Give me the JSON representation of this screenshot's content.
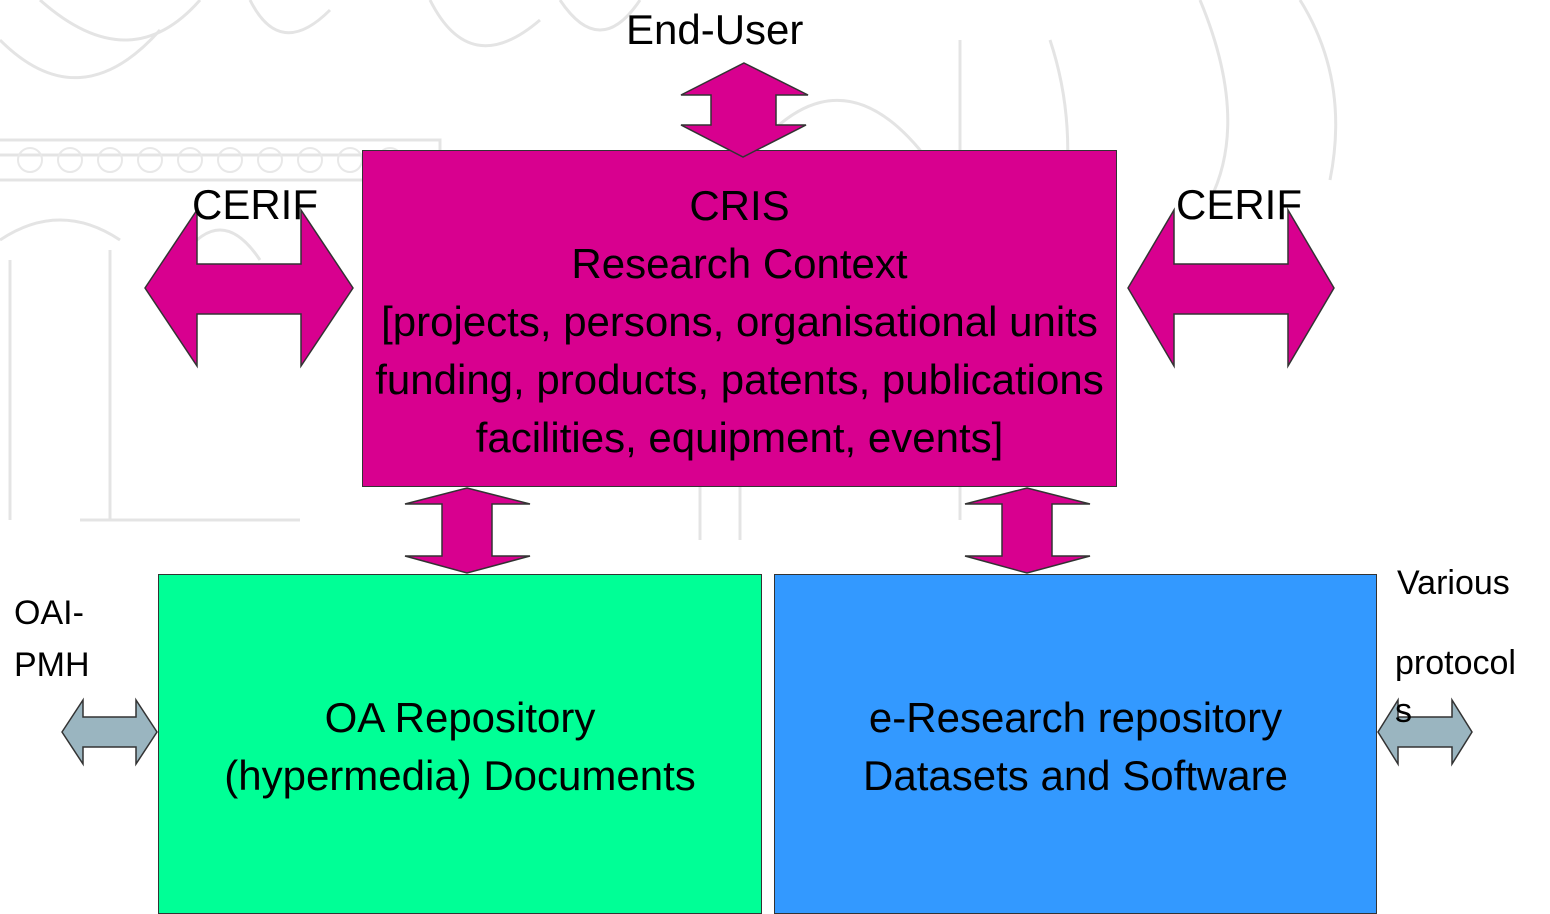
{
  "top_label": "End-User",
  "cris_box": {
    "color": "#d8008f",
    "lines": [
      "CRIS",
      "Research Context",
      "[projects, persons, organisational units",
      "funding, products, patents, publications",
      "facilities, equipment, events]"
    ]
  },
  "left_protocol": "CERIF",
  "right_protocol": "CERIF",
  "oa_box": {
    "color": "#00ff96",
    "lines": [
      "OA Repository",
      "(hypermedia) Documents"
    ]
  },
  "eresearch_box": {
    "color": "#3399ff",
    "lines": [
      "e-Research repository",
      "Datasets and Software"
    ]
  },
  "oai_label": {
    "lines": [
      "OAI-",
      "PMH"
    ]
  },
  "various_label": {
    "lines": [
      "Various",
      "protocol",
      "s"
    ]
  },
  "colors": {
    "magenta_arrow": "#d8008f",
    "grey_arrow": "#9ab5c0",
    "background_art": "#e6e6e6"
  }
}
